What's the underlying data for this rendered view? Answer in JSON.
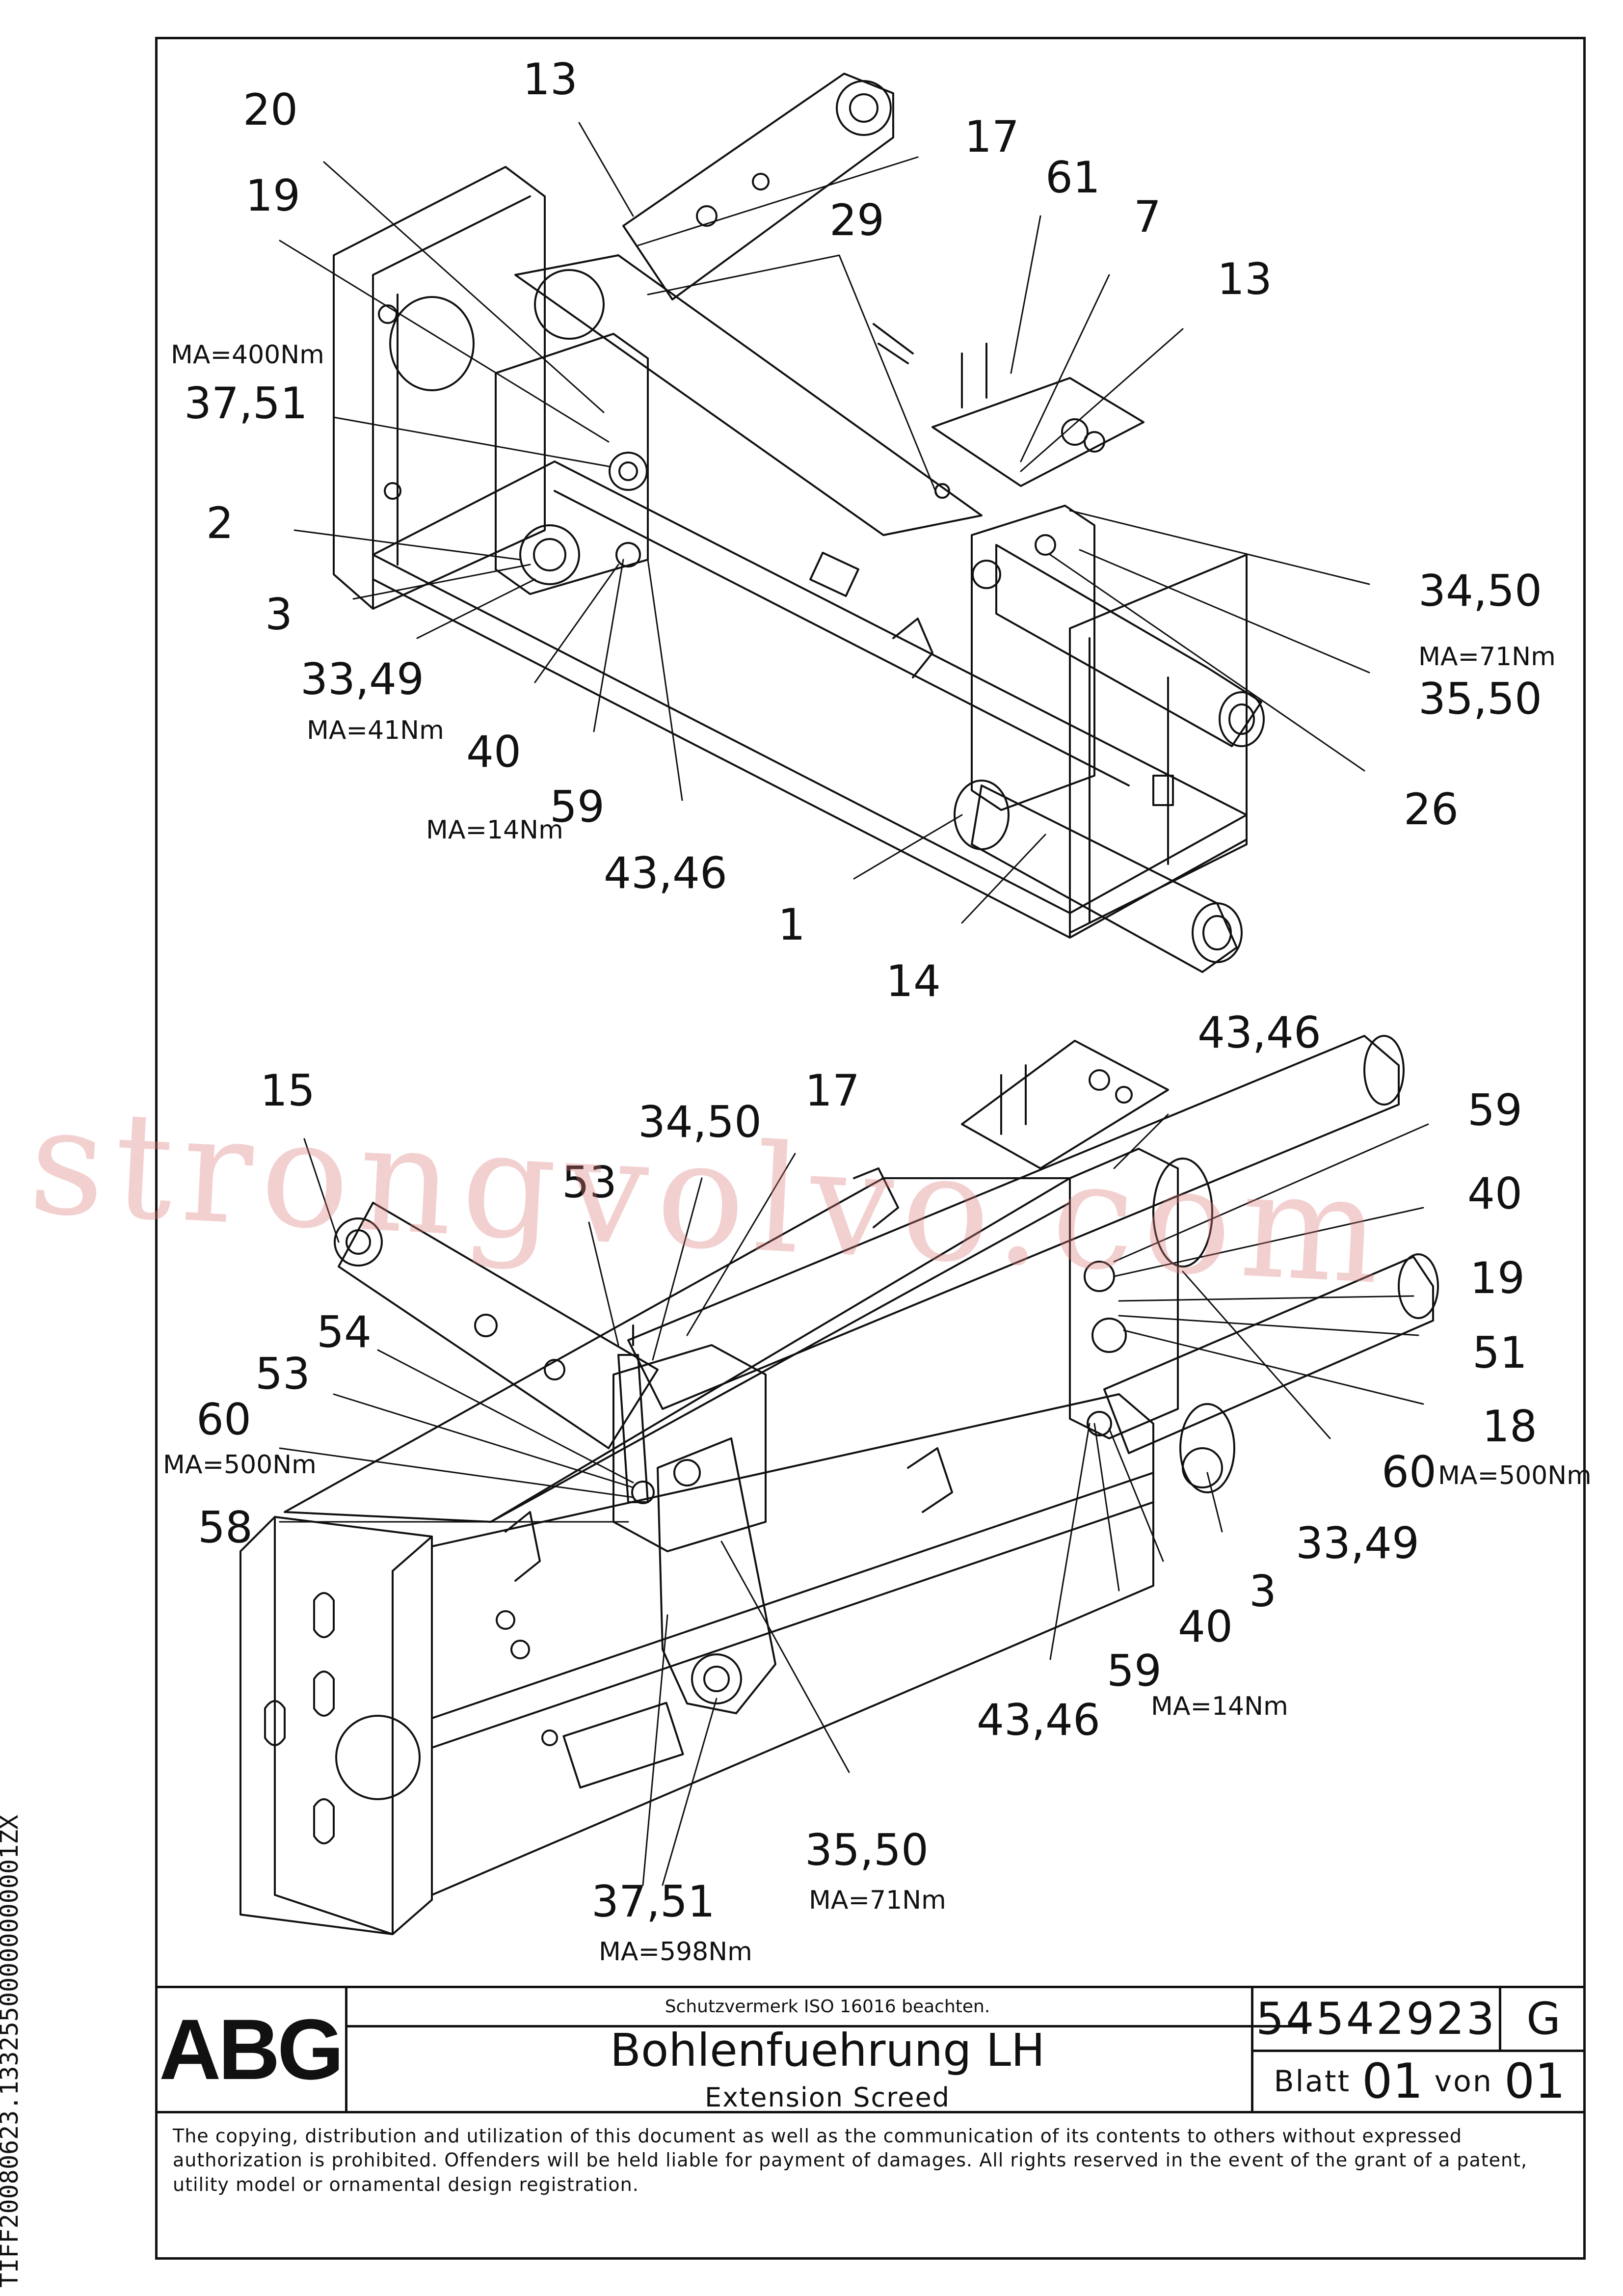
{
  "drawing": {
    "part_labels_top": [
      "13",
      "20",
      "19",
      "17",
      "61",
      "29",
      "7",
      "13",
      "37,51",
      "2",
      "3",
      "33,49",
      "40",
      "59",
      "43,46",
      "1",
      "14",
      "34,50",
      "35,50",
      "26"
    ],
    "torques_top": [
      "MA=400Nm",
      "MA=41Nm",
      "MA=14Nm",
      "MA=71Nm"
    ],
    "part_labels_bottom": [
      "15",
      "34,50",
      "17",
      "53",
      "54",
      "53",
      "60",
      "58",
      "43,46",
      "59",
      "40",
      "19",
      "51",
      "18",
      "60",
      "33,49",
      "3",
      "40",
      "59",
      "43,46",
      "35,50",
      "37,51"
    ],
    "torques_bottom": [
      "MA=500Nm",
      "MA=500Nm",
      "MA=14Nm",
      "MA=71Nm",
      "MA=598Nm"
    ]
  },
  "watermark": "strongvolvo.com",
  "side_code": "TIFF20080623.13325500000000001ZX",
  "title_block": {
    "logo": "ABG",
    "protection_note": "Schutzvermerk ISO 16016 beachten.",
    "title": "Bohlenfuehrung LH",
    "subtitle": "Extension Screed",
    "part_number": "54542923",
    "revision": "G",
    "sheet_label": "Blatt",
    "sheet_no": "01",
    "of_label": "von",
    "sheet_total": "01"
  },
  "copyright": "The copying, distribution and utilization of this document as well as the communication of its contents to others without expressed authorization is prohibited. Offenders will be held liable for payment of damages. All rights reserved in the event of the grant of a patent, utility model or ornamental design registration."
}
